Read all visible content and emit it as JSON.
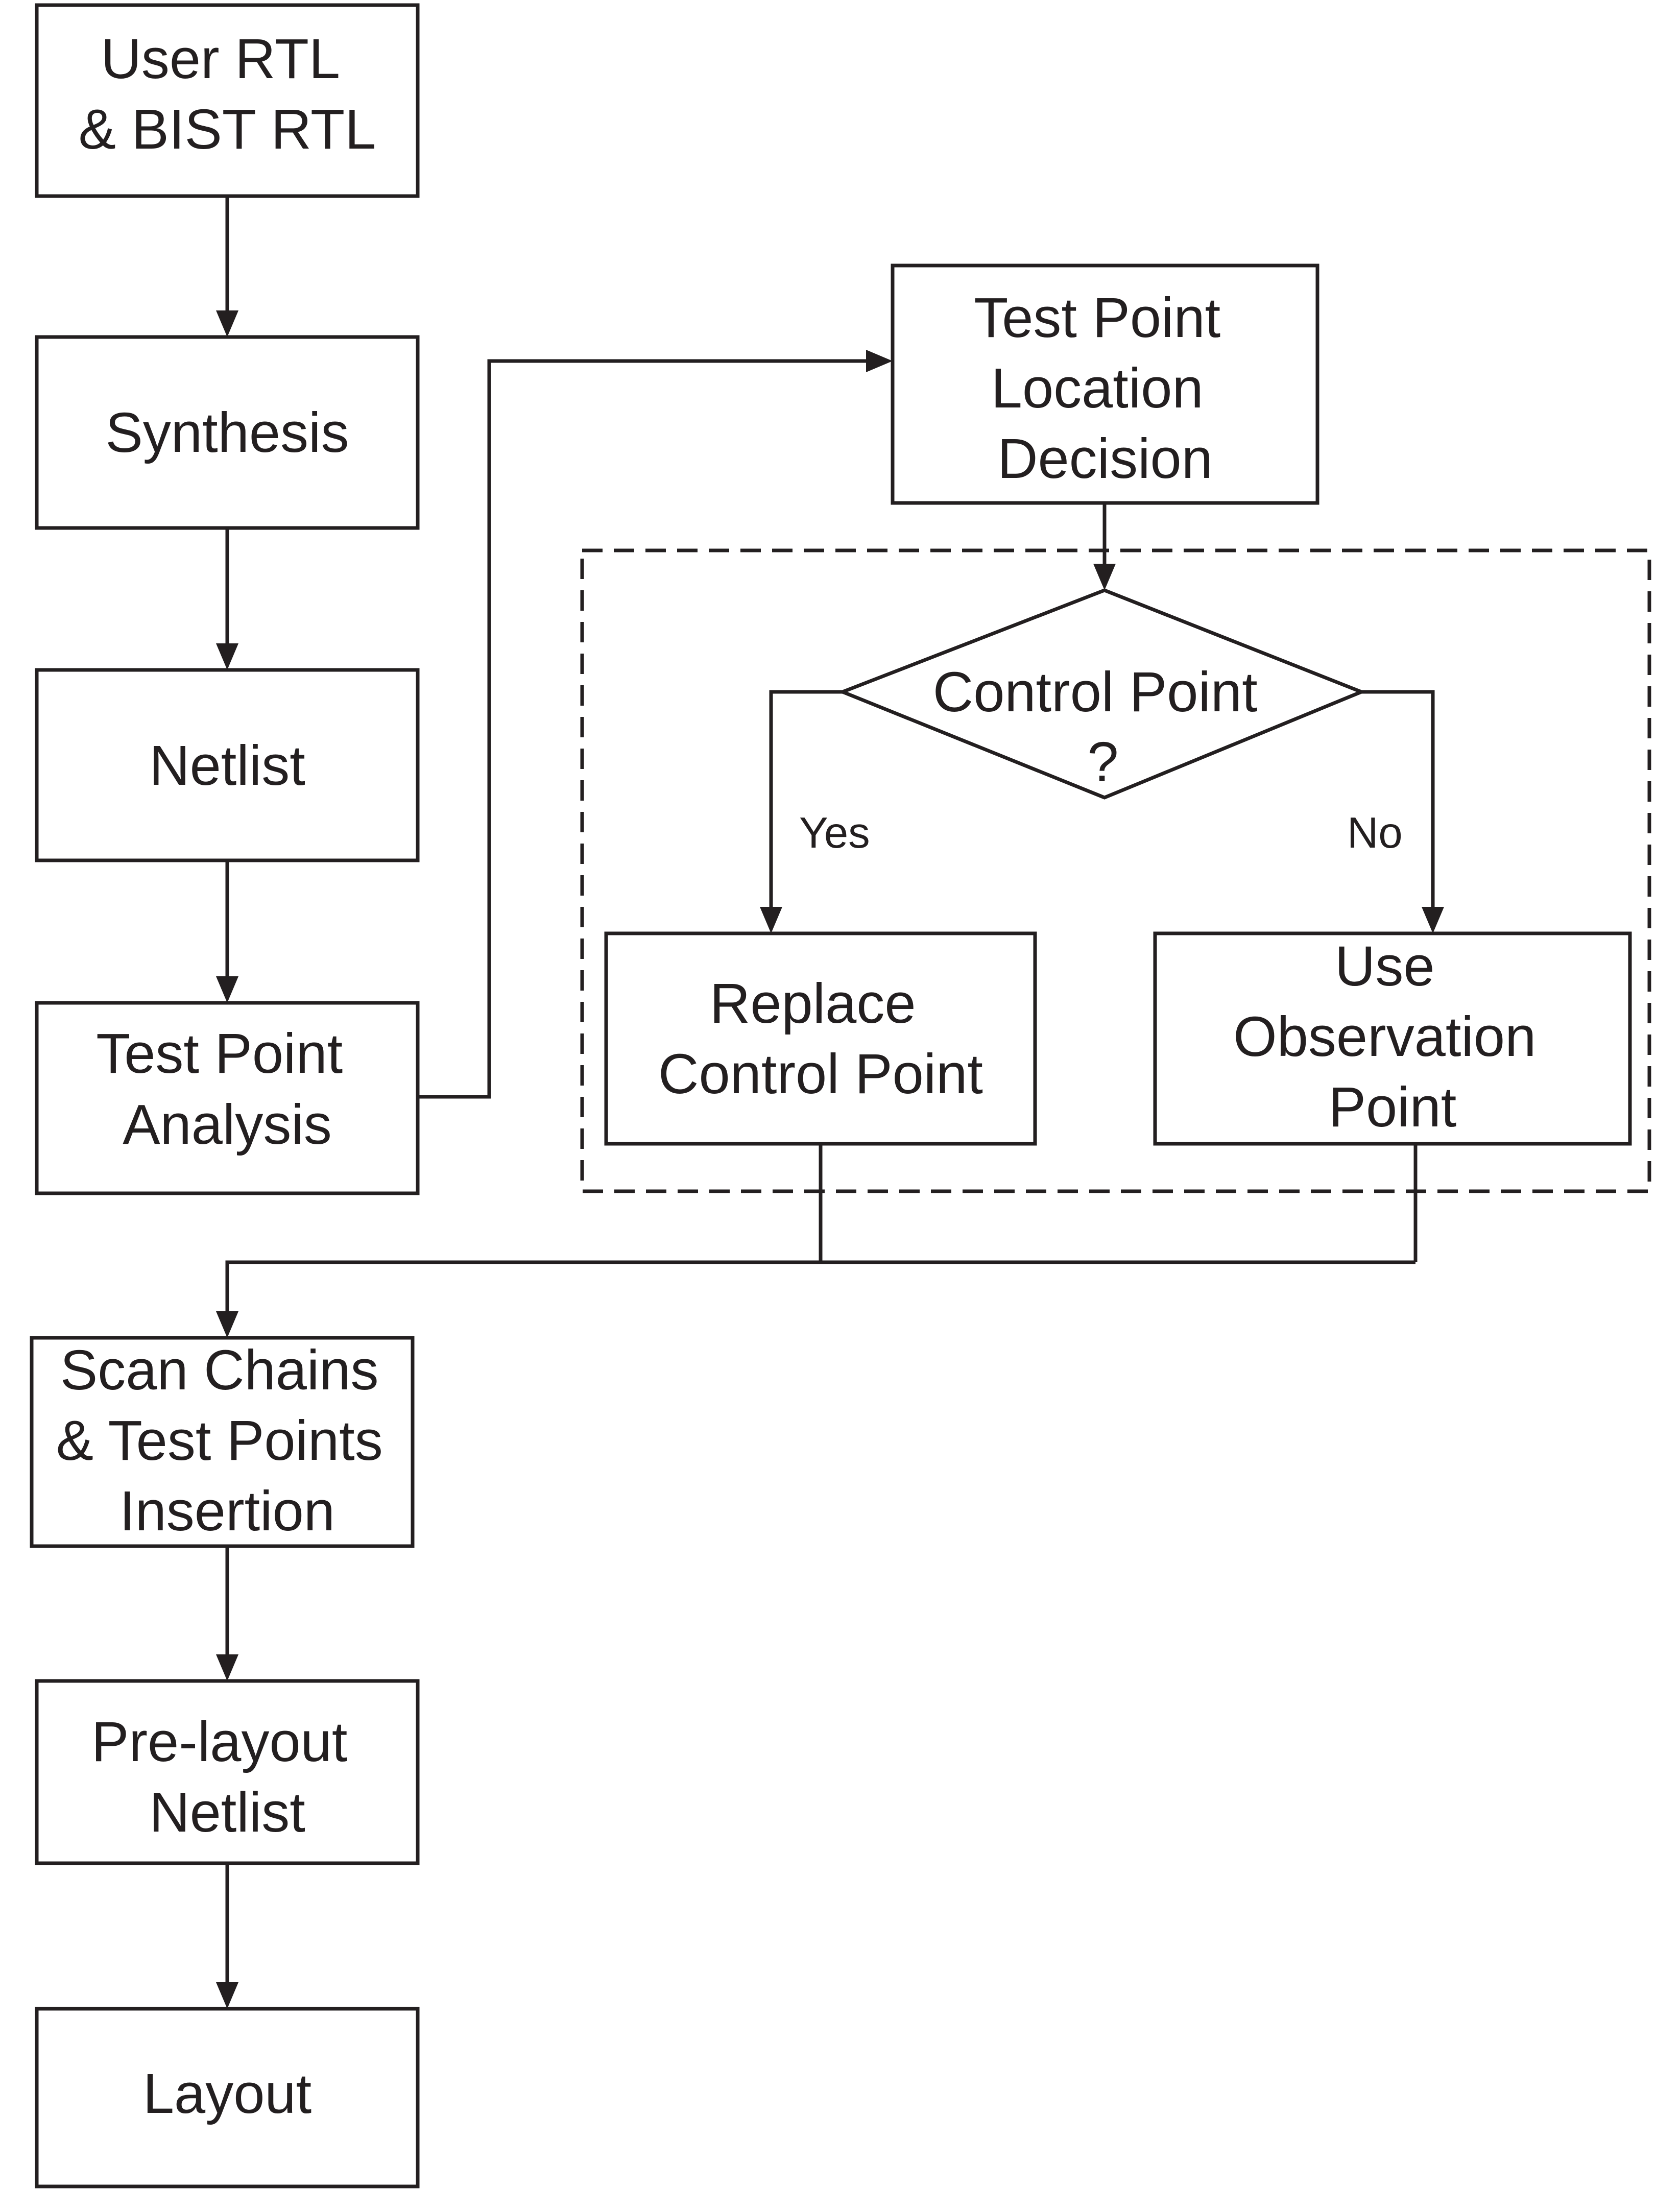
{
  "nodes": {
    "user_rtl": [
      "User RTL",
      "& BIST RTL"
    ],
    "synthesis": [
      "Synthesis"
    ],
    "netlist": [
      "Netlist"
    ],
    "tp_analysis": [
      "Test Point",
      "Analysis"
    ],
    "tp_location": [
      "Test Point",
      "Location",
      "Decision"
    ],
    "control_point": [
      "Control Point",
      "?"
    ],
    "replace_cp": [
      "Replace",
      "Control Point"
    ],
    "use_op": [
      "Use",
      "Observation",
      "Point"
    ],
    "scan_chains": [
      "Scan Chains",
      "& Test Points",
      "Insertion"
    ],
    "prelayout": [
      "Pre-layout",
      "Netlist"
    ],
    "layout": [
      "Layout"
    ]
  },
  "edges": {
    "yes": "Yes",
    "no": "No"
  }
}
